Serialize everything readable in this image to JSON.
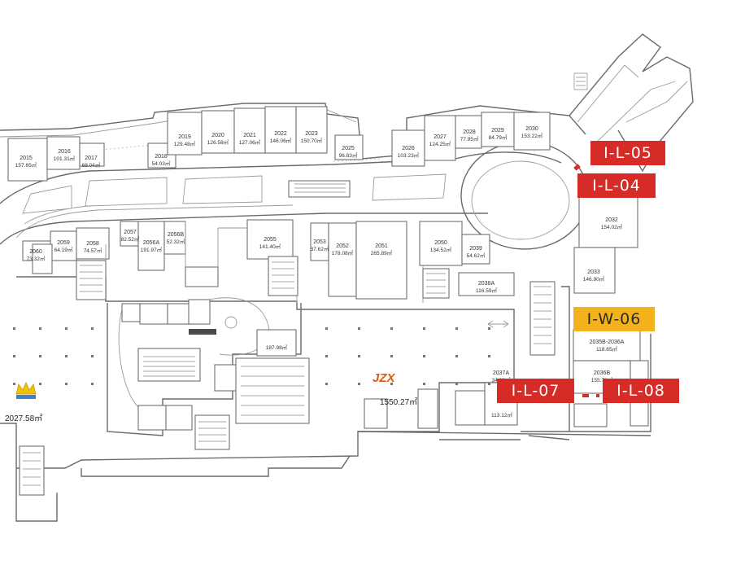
{
  "colors": {
    "red": "#d62b27",
    "yellow": "#f3b21c",
    "line": "#6a6a6a"
  },
  "icons": {
    "anchor": "crown-icon",
    "brand": "jzx-logo"
  },
  "tags": {
    "il05": "I-L-05",
    "il04": "I-L-04",
    "iw06": "I-W-06",
    "il07": "I-L-07",
    "il08": "I-L-08"
  },
  "units": [
    {
      "id": "2015",
      "area": "157.65㎡"
    },
    {
      "id": "2016",
      "area": "101.31㎡"
    },
    {
      "id": "2017",
      "area": "68.04㎡"
    },
    {
      "id": "2018",
      "area": "54.03㎡"
    },
    {
      "id": "2019",
      "area": "129.48㎡"
    },
    {
      "id": "2020",
      "area": "126.58㎡"
    },
    {
      "id": "2021",
      "area": "127.06㎡"
    },
    {
      "id": "2022",
      "area": "146.06㎡"
    },
    {
      "id": "2023",
      "area": "150.70㎡"
    },
    {
      "id": "2025",
      "area": "96.83㎡"
    },
    {
      "id": "2026",
      "area": "103.23㎡"
    },
    {
      "id": "2027",
      "area": "124.25㎡"
    },
    {
      "id": "2028",
      "area": "77.95㎡"
    },
    {
      "id": "2029",
      "area": "84.79㎡"
    },
    {
      "id": "2030",
      "area": "153.22㎡"
    },
    {
      "id": "2032",
      "area": "154.02㎡"
    },
    {
      "id": "2033",
      "area": "146.90㎡"
    },
    {
      "id": "2060",
      "area": "73.32㎡"
    },
    {
      "id": "2059",
      "area": "64.19㎡"
    },
    {
      "id": "2058",
      "area": "74.57㎡"
    },
    {
      "id": "2057",
      "area": "82.52㎡"
    },
    {
      "id": "2056A",
      "area": "191.97㎡"
    },
    {
      "id": "2056B",
      "area": "52.32㎡"
    },
    {
      "id": "2055",
      "area": "141.40㎡"
    },
    {
      "id": "2053",
      "area": "37.62㎡"
    },
    {
      "id": "2052",
      "area": "178.08㎡"
    },
    {
      "id": "2051",
      "area": "265.89㎡"
    },
    {
      "id": "2050",
      "area": "134.52㎡"
    },
    {
      "id": "2039",
      "area": "54.62㎡"
    },
    {
      "id": "2038A",
      "area": "116.59㎡"
    },
    {
      "id": "2035B-2036A",
      "area": "118.65㎡"
    },
    {
      "id": "2036B",
      "area": "155.71㎡"
    },
    {
      "id": "2037A",
      "area": "34.60㎡"
    },
    {
      "id": "",
      "area": "113.12㎡"
    },
    {
      "id": "",
      "area": "187.98㎡"
    }
  ],
  "anchors": {
    "left_area": "2027.58㎡",
    "center_area": "1550.27㎡"
  }
}
